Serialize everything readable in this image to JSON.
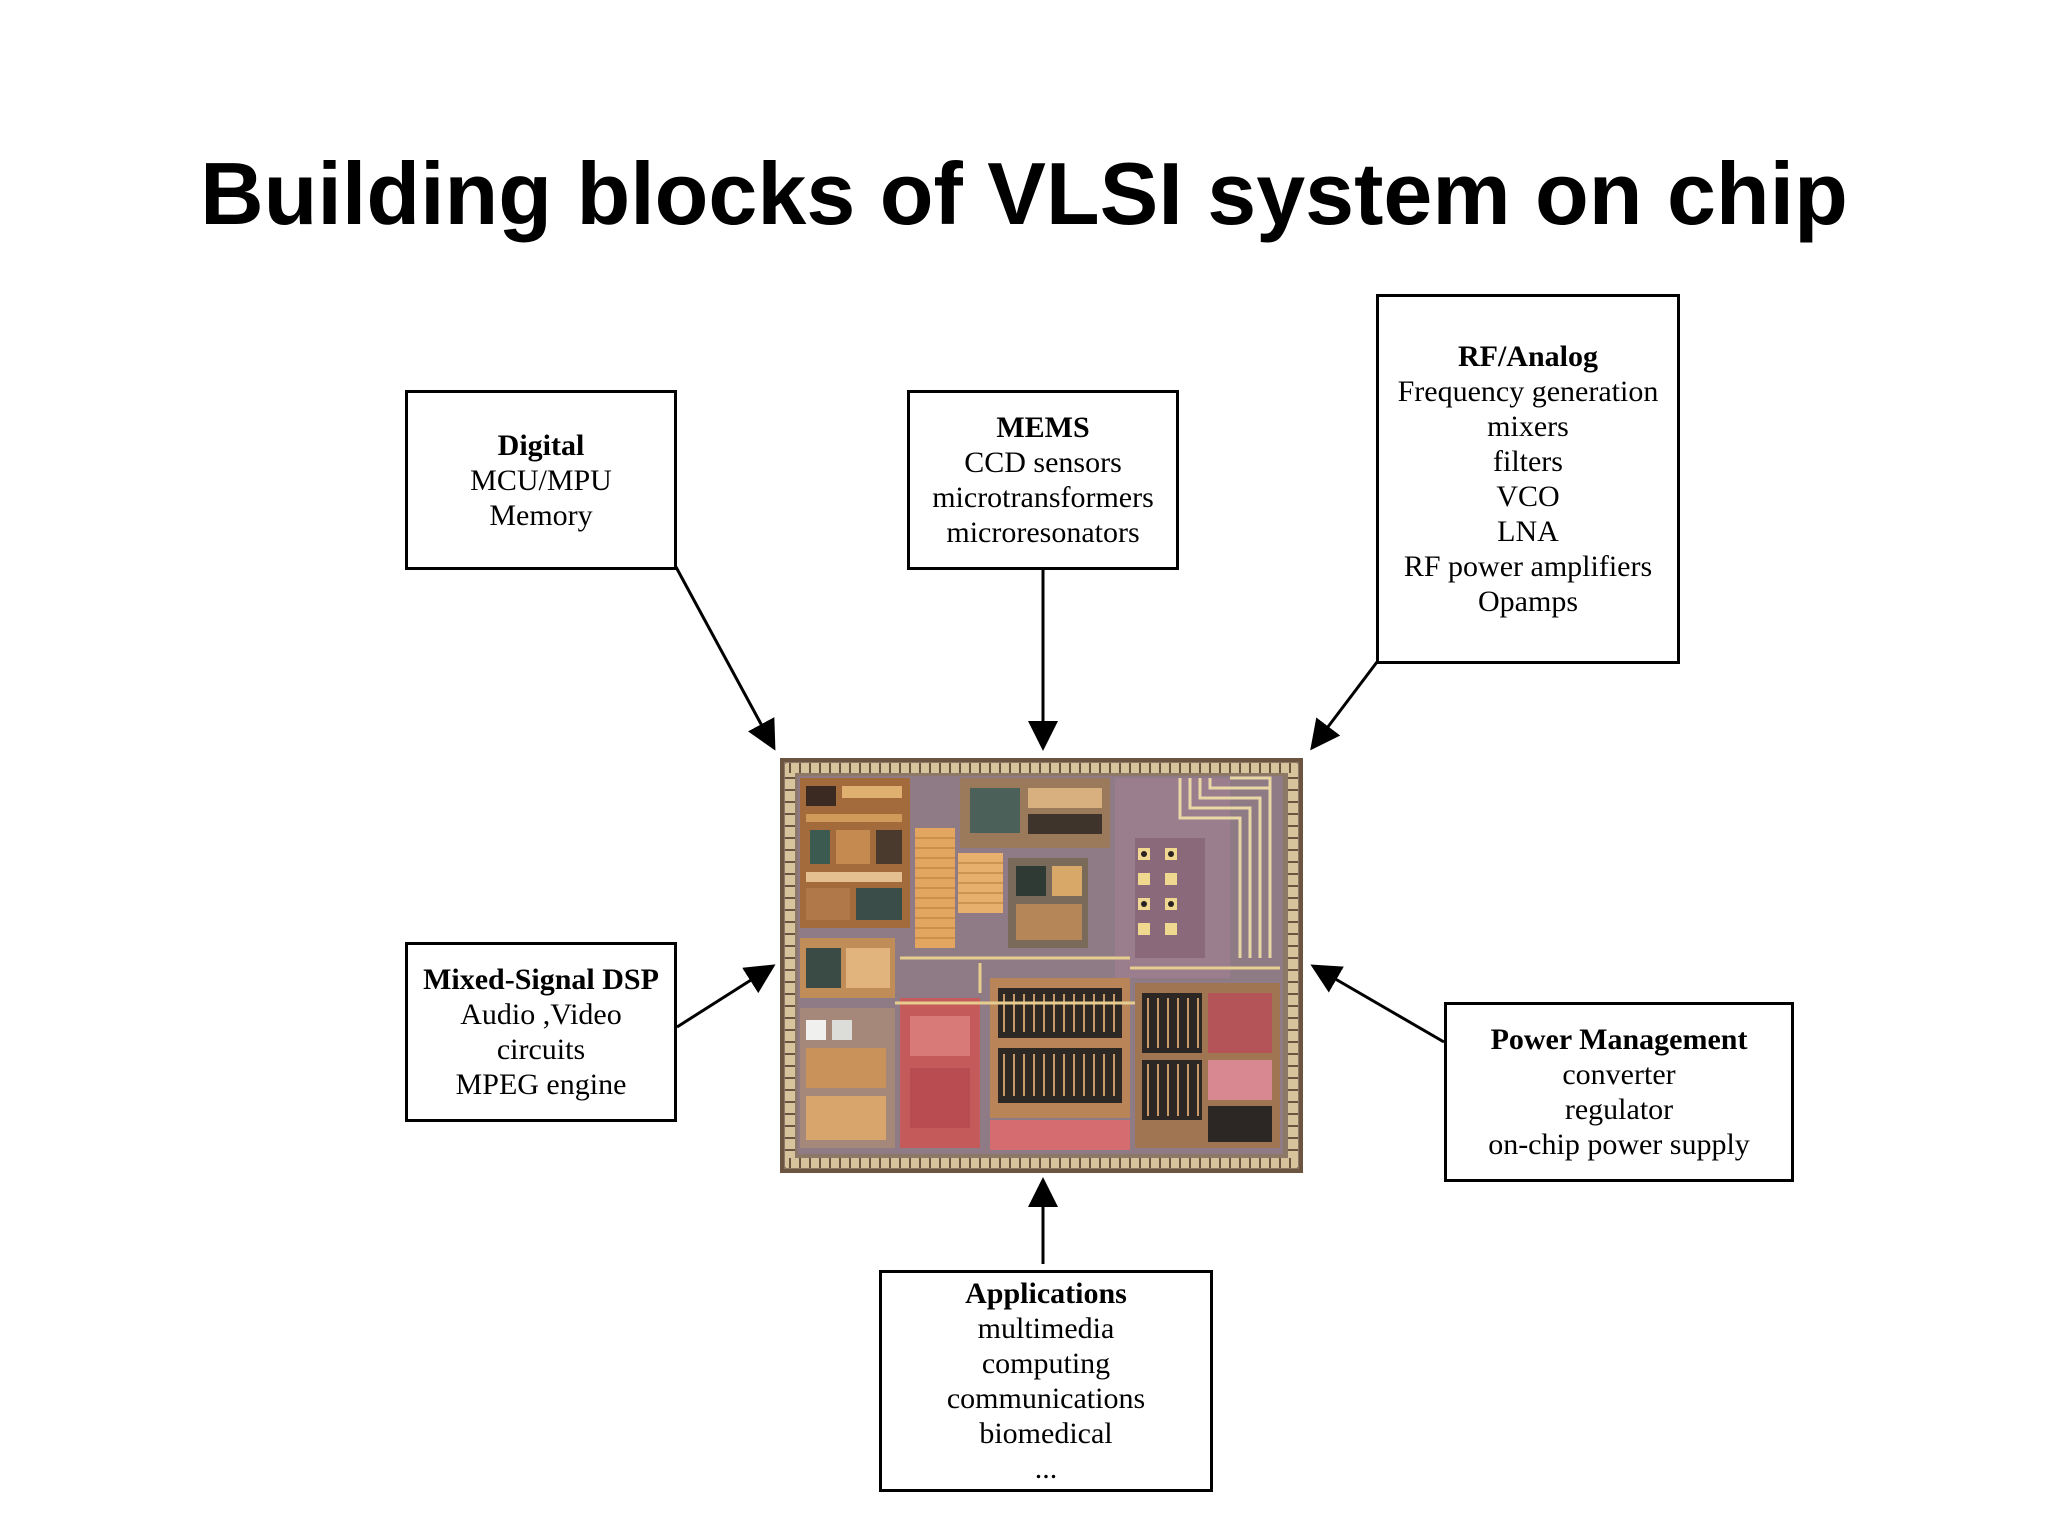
{
  "title": "Building blocks of VLSI system on chip",
  "blocks": {
    "digital": {
      "heading": "Digital",
      "lines": [
        "MCU/MPU",
        "Memory"
      ]
    },
    "mems": {
      "heading": "MEMS",
      "lines": [
        "CCD sensors",
        "microtransformers",
        "microresonators"
      ]
    },
    "rf_analog": {
      "heading": "RF/Analog",
      "lines": [
        "Frequency generation",
        "mixers",
        "filters",
        "VCO",
        "LNA",
        "RF power amplifiers",
        "Opamps"
      ]
    },
    "mixed_signal": {
      "heading": "Mixed-Signal DSP",
      "lines": [
        "Audio ,Video",
        "circuits",
        "MPEG engine"
      ]
    },
    "power": {
      "heading": "Power Management",
      "lines": [
        "converter",
        "regulator",
        "on-chip power supply"
      ]
    },
    "applications": {
      "heading": "Applications",
      "lines": [
        "multimedia",
        "computing",
        "communications",
        "biomedical",
        "..."
      ]
    }
  },
  "colors": {
    "arrow": "#000000",
    "chip_border": "#5a4632"
  }
}
